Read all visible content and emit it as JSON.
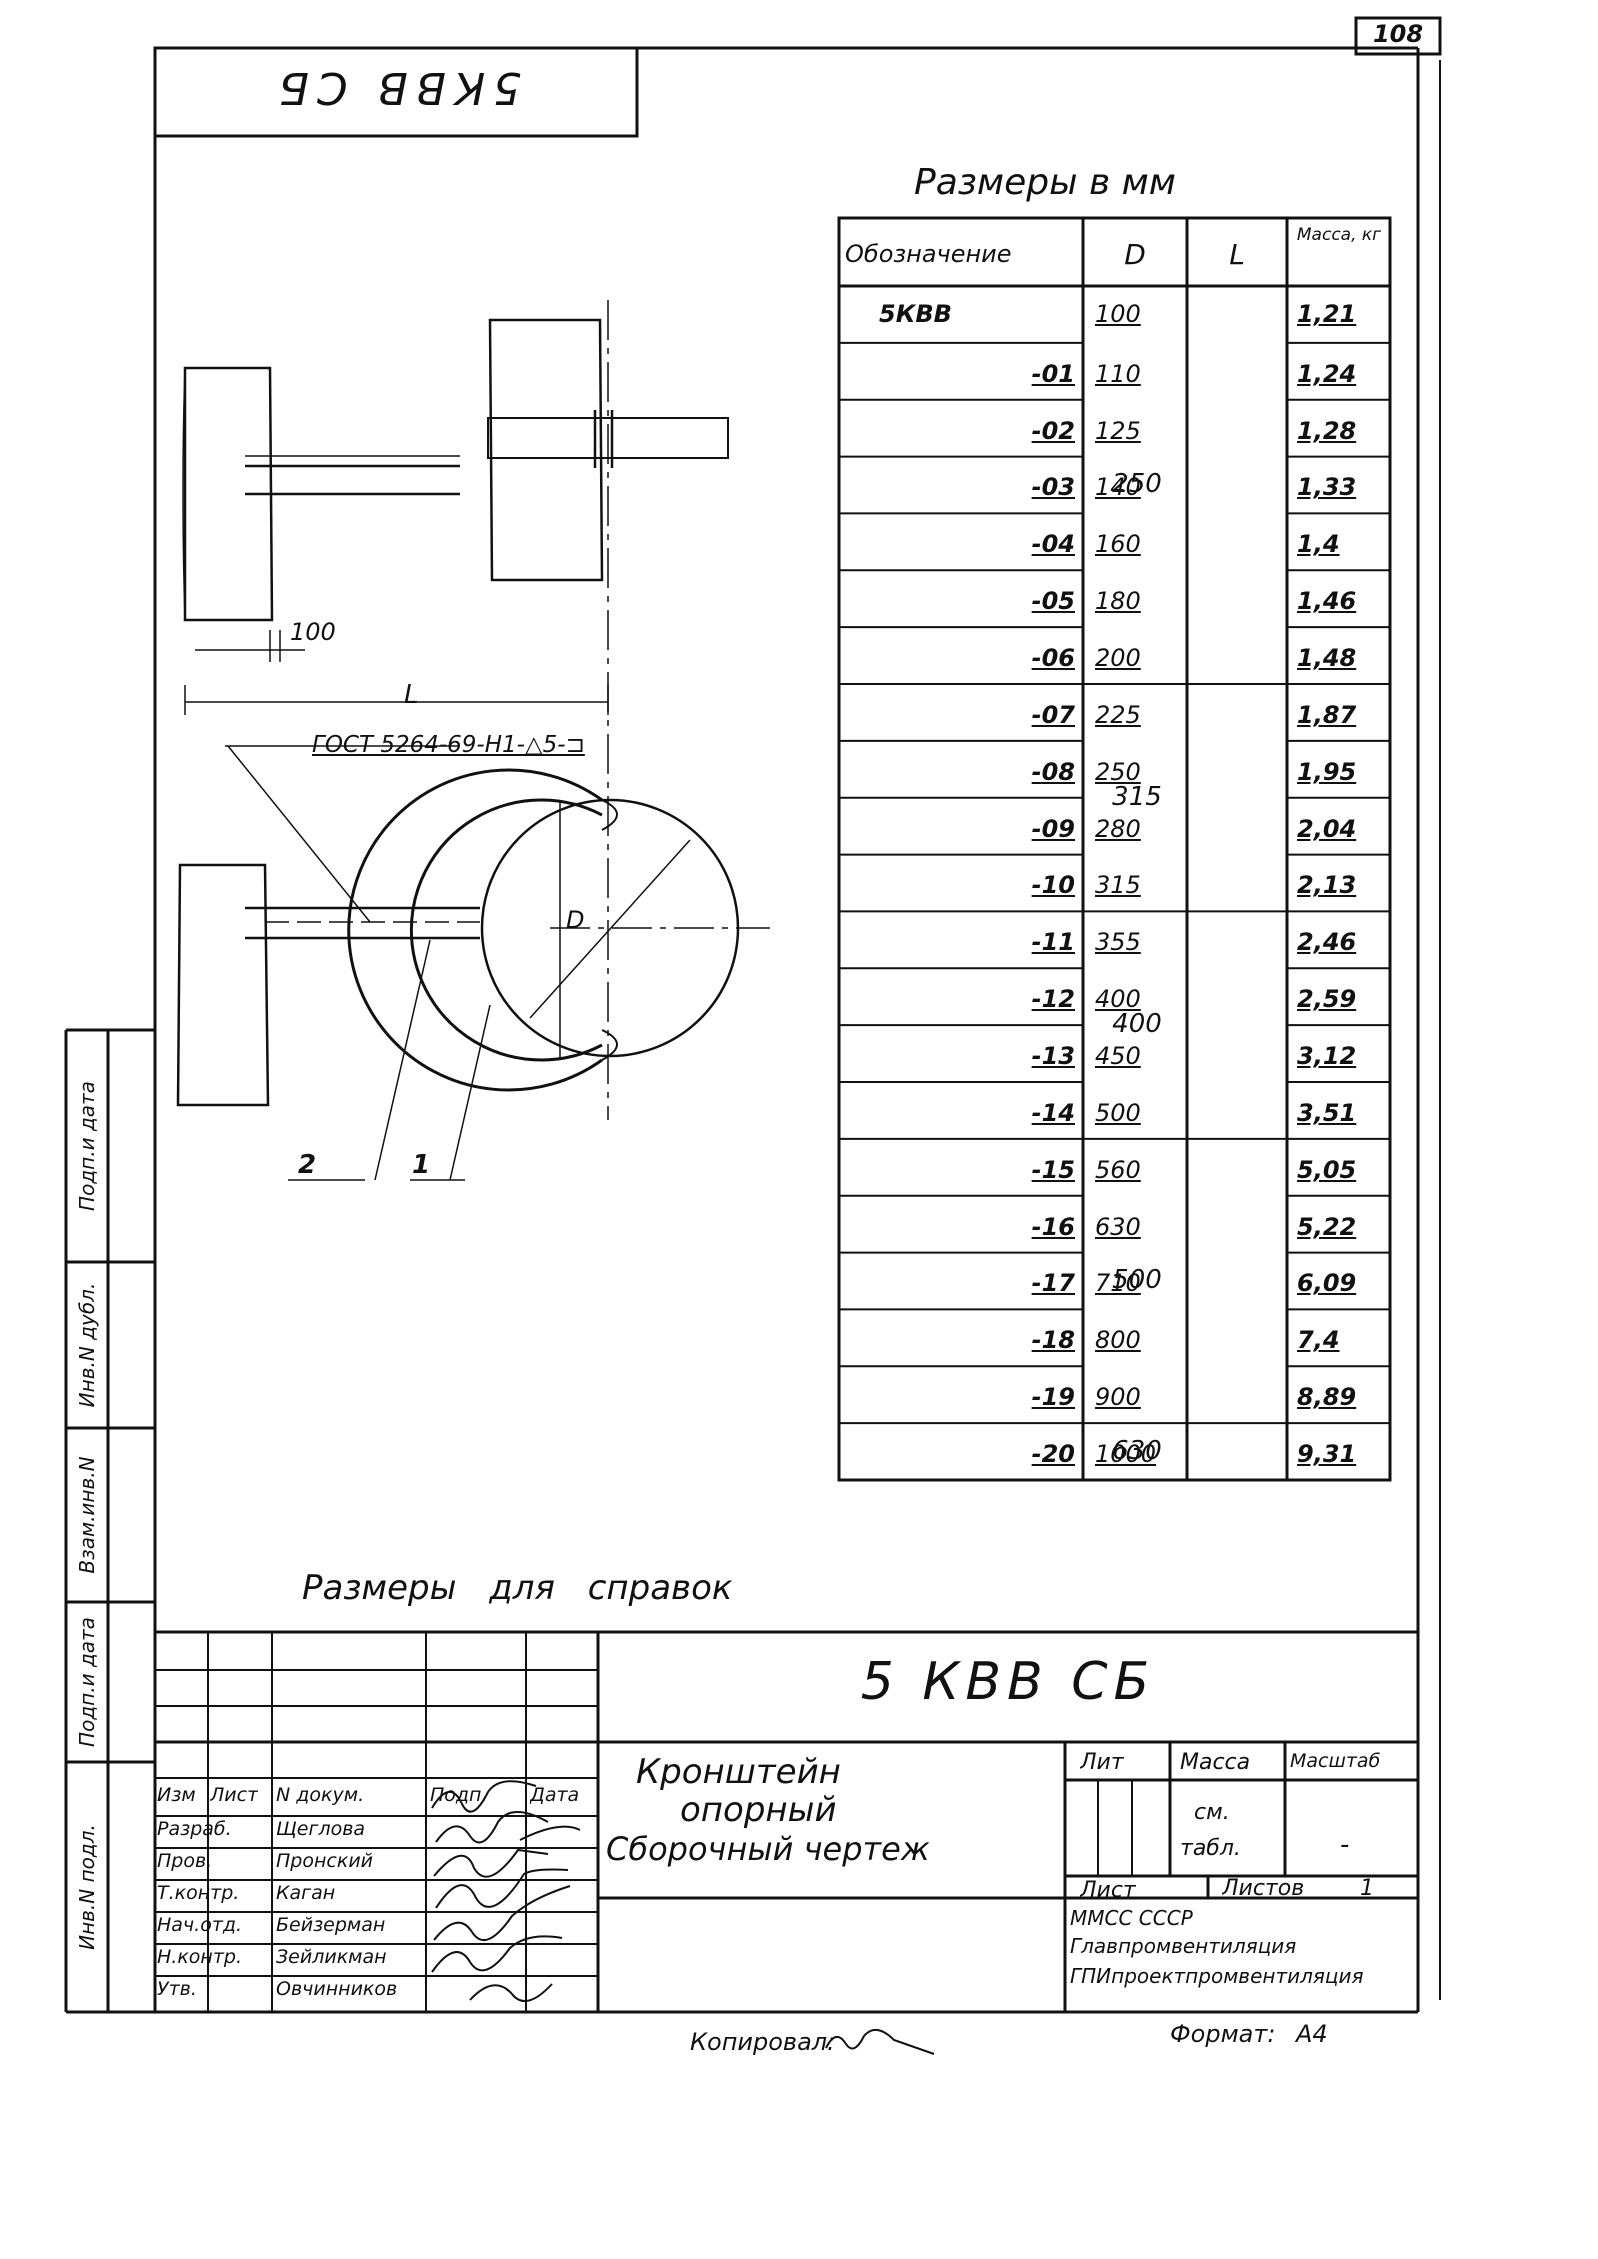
{
  "sheet_number": "108",
  "top_stamp": "5КВВ СБ",
  "table_title": "Размеры в мм",
  "table": {
    "headers": [
      "Обозначение",
      "D",
      "L",
      "Масса, кг"
    ],
    "rows": [
      {
        "designation": "5КВВ",
        "D": "100",
        "mass": "1,21"
      },
      {
        "designation": "-01",
        "D": "110",
        "mass": "1,24"
      },
      {
        "designation": "-02",
        "D": "125",
        "mass": "1,28"
      },
      {
        "designation": "-03",
        "D": "140",
        "mass": "1,33"
      },
      {
        "designation": "-04",
        "D": "160",
        "mass": "1,4"
      },
      {
        "designation": "-05",
        "D": "180",
        "mass": "1,46"
      },
      {
        "designation": "-06",
        "D": "200",
        "mass": "1,48"
      },
      {
        "designation": "-07",
        "D": "225",
        "mass": "1,87"
      },
      {
        "designation": "-08",
        "D": "250",
        "mass": "1,95"
      },
      {
        "designation": "-09",
        "D": "280",
        "mass": "2,04"
      },
      {
        "designation": "-10",
        "D": "315",
        "mass": "2,13"
      },
      {
        "designation": "-11",
        "D": "355",
        "mass": "2,46"
      },
      {
        "designation": "-12",
        "D": "400",
        "mass": "2,59"
      },
      {
        "designation": "-13",
        "D": "450",
        "mass": "3,12"
      },
      {
        "designation": "-14",
        "D": "500",
        "mass": "3,51"
      },
      {
        "designation": "-15",
        "D": "560",
        "mass": "5,05"
      },
      {
        "designation": "-16",
        "D": "630",
        "mass": "5,22"
      },
      {
        "designation": "-17",
        "D": "710",
        "mass": "6,09"
      },
      {
        "designation": "-18",
        "D": "800",
        "mass": "7,4"
      },
      {
        "designation": "-19",
        "D": "900",
        "mass": "8,89"
      },
      {
        "designation": "-20",
        "D": "1000",
        "mass": "9,31"
      }
    ],
    "L_groups": [
      {
        "value": "250",
        "rows": 7
      },
      {
        "value": "315",
        "rows": 4
      },
      {
        "value": "400",
        "rows": 4
      },
      {
        "value": "500",
        "rows": 5
      },
      {
        "value": "630",
        "rows": 1
      }
    ]
  },
  "drawing": {
    "dim_100": "100",
    "dim_L": "L",
    "weld_note": "ГОСТ 5264-69-Н1-△5-⊐",
    "label_D": "D",
    "callout_1": "1",
    "callout_2": "2"
  },
  "reference_note": "Размеры для справок",
  "side_labels": [
    "Инв.N подл.",
    "Подп.и дата",
    "Взам.инв.N",
    "Инв.N дубл.",
    "Подп.и дата"
  ],
  "title_block": {
    "doc_code": "5 КВВ СБ",
    "title_line1": "Кронштейн",
    "title_line2": "опорный",
    "title_line3": "Сборочный чертеж",
    "header_izm": "Изм",
    "header_list": "Лист",
    "header_ndoc": "N докум.",
    "header_podp": "Подп.",
    "header_data": "Дата",
    "roles": [
      "Разраб.",
      "Пров.",
      "Т.контр.",
      "Нач.отд.",
      "Н.контр.",
      "Утв."
    ],
    "names": [
      "Щеглова",
      "Пронский",
      "Каган",
      "Бейзерман",
      "Зейликман",
      "Овчинников"
    ],
    "lit": "Лит",
    "massa": "Масса",
    "masshtab": "Масштаб",
    "mass_value_1": "см.",
    "mass_value_2": "табл.",
    "scale_value": "-",
    "list_label": "Лист",
    "listov_label": "Листов",
    "listov_value": "1",
    "org_line1": "ММСС СССР",
    "org_line2": "Главпромвентиляция",
    "org_line3": "ГПИпроектпромвентиляция"
  },
  "footer": {
    "copied": "Копировал:",
    "format_label": "Формат:",
    "format_value": "А4"
  }
}
